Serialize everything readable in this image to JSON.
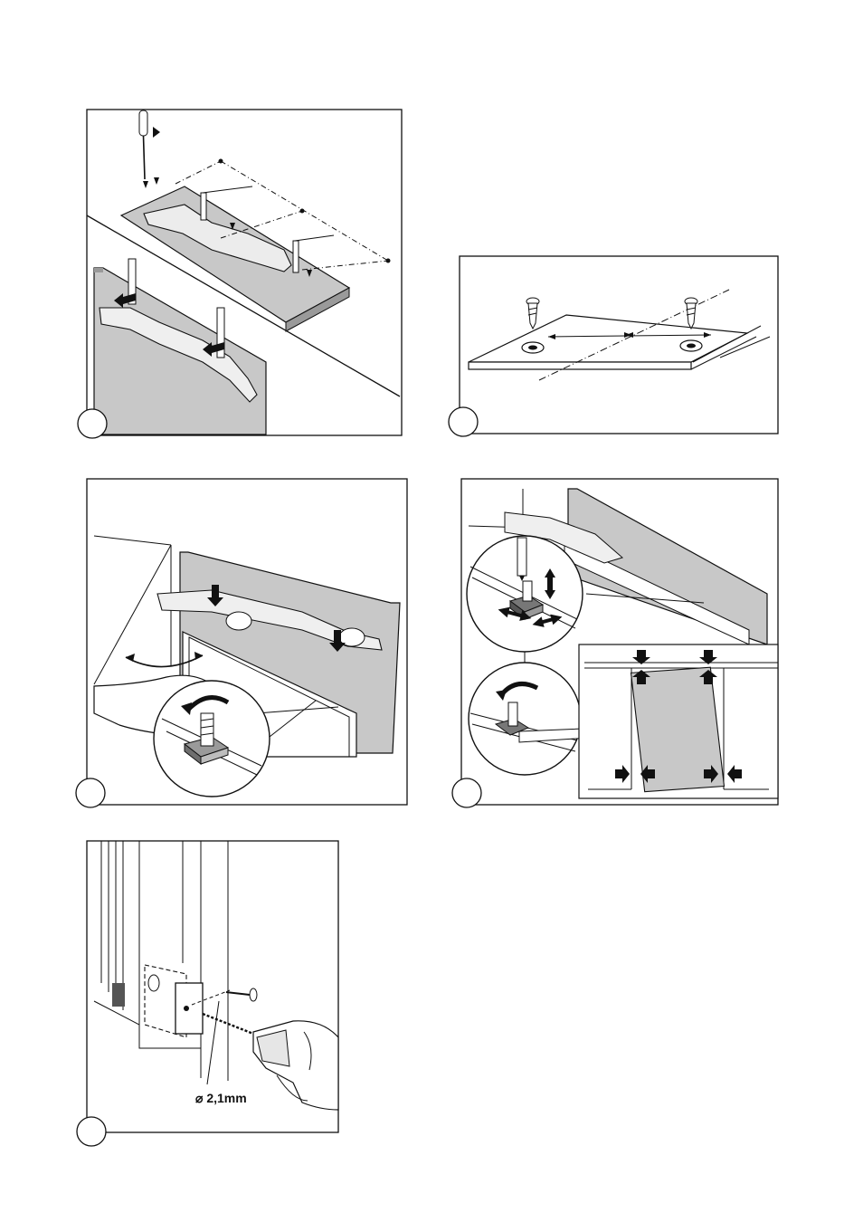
{
  "page": {
    "background": "#ffffff",
    "line_color": "#111111",
    "panel_fill": "#c8c8c8"
  },
  "figures": [
    {
      "id": "fig-1",
      "content": "bracket-mounting-on-door",
      "icons": [
        "screwdriver-icon",
        "screw-icon",
        "arrow-icon"
      ]
    },
    {
      "id": "fig-2",
      "content": "screw-holes-on-door-edge",
      "icons": [
        "screw-icon",
        "dimension-arrow-icon"
      ]
    },
    {
      "id": "fig-3",
      "content": "bracket-tightening-with-hand",
      "icons": [
        "rotation-arrow-icon",
        "nut-icon"
      ]
    },
    {
      "id": "fig-4",
      "content": "door-alignment-adjustment",
      "icons": [
        "screwdriver-icon",
        "wrench-icon",
        "arrow-icon"
      ]
    },
    {
      "id": "fig-5",
      "content": "pilot-drilling-hinge-cover",
      "icons": [
        "drill-icon",
        "screw-icon"
      ]
    }
  ],
  "fig5": {
    "drill_label": "⌀ 2,1mm"
  }
}
